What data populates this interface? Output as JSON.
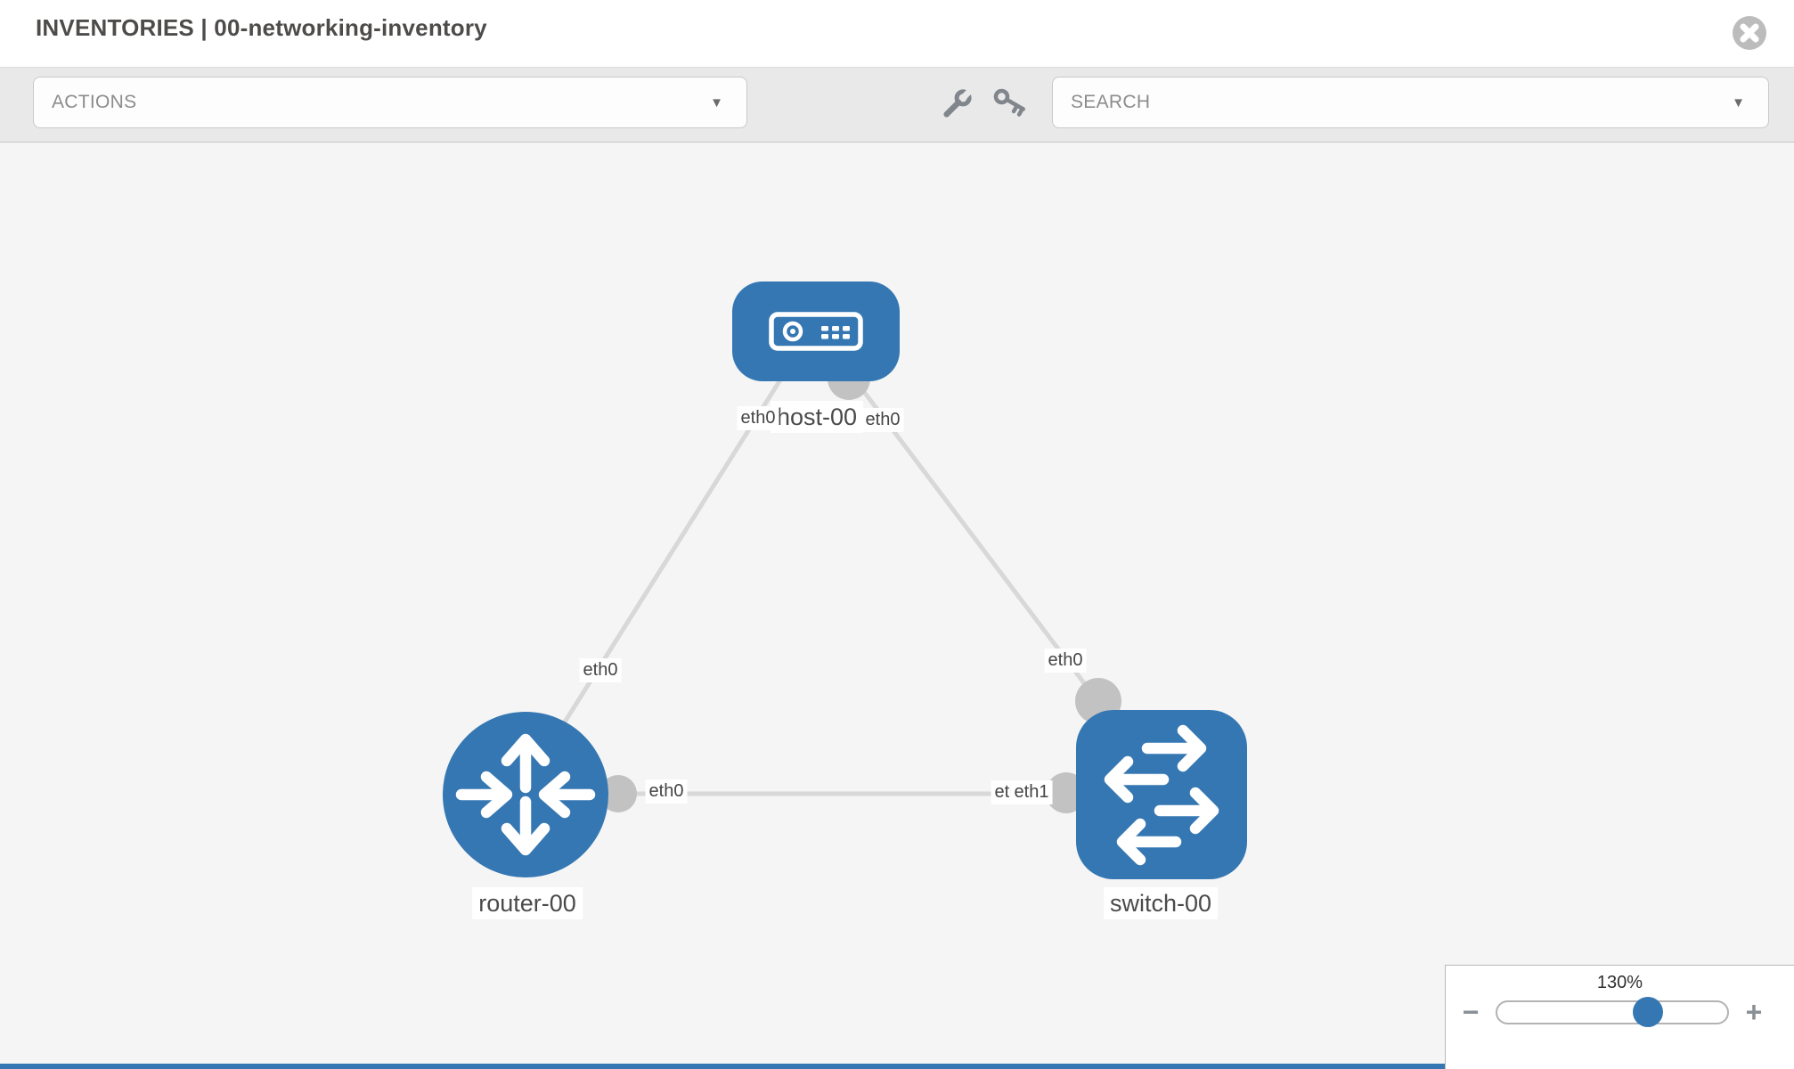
{
  "header": {
    "title": "INVENTORIES | 00-networking-inventory",
    "close_icon": "x-circle"
  },
  "toolbar": {
    "actions_dropdown": {
      "placeholder": "ACTIONS",
      "chevron": "▼"
    },
    "wrench_icon": "wrench",
    "key_icon": "key",
    "search_dropdown": {
      "placeholder": "SEARCH",
      "chevron": "▼"
    }
  },
  "topology": {
    "nodes": [
      {
        "label": "host-00",
        "type": "host",
        "icon": "server-icon"
      },
      {
        "label": "router-00",
        "type": "router",
        "icon": "router-arrows-icon"
      },
      {
        "label": "switch-00",
        "type": "switch",
        "icon": "switch-arrows-icon"
      }
    ],
    "links": [
      {
        "source": "host-00",
        "source_label": "eth0",
        "target": "router-00",
        "target_label": "eth0"
      },
      {
        "source": "host-00",
        "source_label": "eth0",
        "target": "switch-00",
        "target_label": "eth0"
      },
      {
        "source": "router-00",
        "source_label": "eth0",
        "target": "switch-00",
        "target_label": "eth1",
        "overlap_label": "eth0"
      }
    ]
  },
  "zoom_control": {
    "level": "130%",
    "minus_label": "−",
    "plus_label": "+"
  },
  "colors": {
    "node_blue": "#3577b2",
    "link_gray": "#d8d8d8",
    "endpoint_gray": "#c2c2c2",
    "toolbar_bg": "#e9e9e9",
    "canvas_bg": "#f5f5f5",
    "bottom_bar_blue": "#3577b2",
    "close_gray": "#bcbcbc"
  }
}
